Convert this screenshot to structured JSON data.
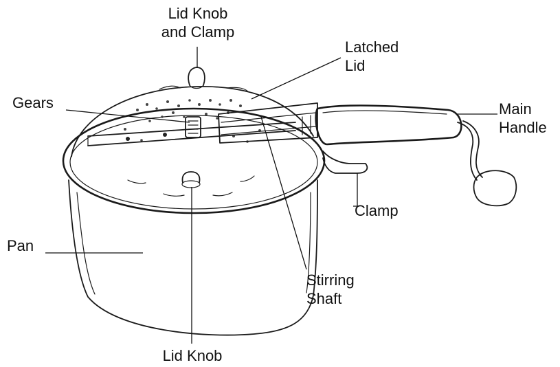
{
  "diagram": {
    "labels": {
      "lid_knob_and_clamp": [
        "Lid Knob",
        "and Clamp"
      ],
      "latched_lid": [
        "Latched",
        "Lid"
      ],
      "gears": [
        "Gears"
      ],
      "main_handle": [
        "Main",
        "Handle"
      ],
      "clamp": [
        "Clamp"
      ],
      "pan": [
        "Pan"
      ],
      "stirring_shaft": [
        "Stirring",
        "Shaft"
      ],
      "lid_knob": [
        "Lid Knob"
      ]
    }
  }
}
